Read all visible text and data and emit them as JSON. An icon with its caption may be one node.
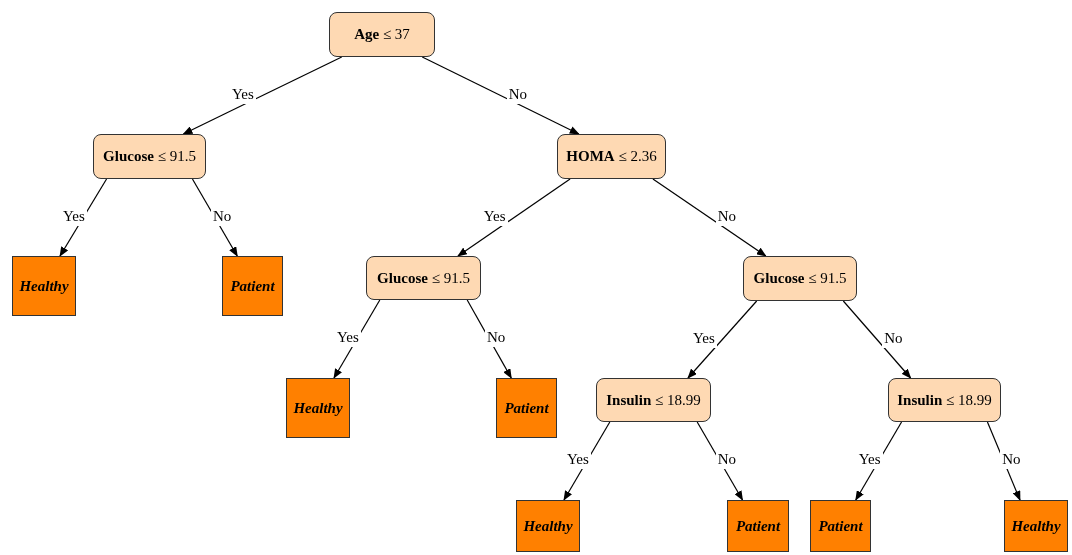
{
  "diagram": {
    "nodes": [
      {
        "text": [
          "**Age** ≤ 37"
        ]
      },
      {
        "text": [
          "**Glucose** ≤ 91.5"
        ]
      },
      {
        "text": [
          "**HOMA** ≤ 2.36"
        ]
      },
      {
        "text": [
          "Healthy"
        ]
      },
      {
        "text": [
          "Patient"
        ]
      },
      {
        "text": [
          "**Glucose** ≤ 91.5"
        ]
      },
      {
        "text": [
          "**Glucose** ≤ 91.5"
        ]
      },
      {
        "text": [
          "Healthy"
        ]
      },
      {
        "text": [
          "Patient"
        ]
      },
      {
        "text": [
          "**Insulin** ≤ 18.99"
        ]
      },
      {
        "text": [
          "**Insulin** ≤ 18.99"
        ]
      },
      {
        "text": [
          "Healthy"
        ]
      },
      {
        "text": [
          "Patient"
        ]
      },
      {
        "text": [
          "Patient"
        ]
      },
      {
        "text": [
          "Healthy"
        ]
      }
    ],
    "edges": [
      {
        "from": 0,
        "to": 1,
        "arrow": "to",
        "label": "Yes"
      },
      {
        "from": 0,
        "to": 2,
        "arrow": "to",
        "label": "No"
      },
      {
        "from": 1,
        "to": 3,
        "arrow": "to",
        "label": "Yes"
      },
      {
        "from": 1,
        "to": 4,
        "arrow": "to",
        "label": "No"
      },
      {
        "from": 2,
        "to": 5,
        "arrow": "to",
        "label": "Yes"
      },
      {
        "from": 2,
        "to": 6,
        "arrow": "to",
        "label": "No"
      },
      {
        "from": 5,
        "to": 7,
        "arrow": "to",
        "label": "Yes"
      },
      {
        "from": 5,
        "to": 8,
        "arrow": "to",
        "label": "No"
      },
      {
        "from": 6,
        "to": 9,
        "arrow": "to",
        "label": "Yes"
      },
      {
        "from": 6,
        "to": 10,
        "arrow": "to",
        "label": "No"
      },
      {
        "from": 9,
        "to": 11,
        "arrow": "to",
        "label": "Yes"
      },
      {
        "from": 9,
        "to": 12,
        "arrow": "to",
        "label": "No"
      },
      {
        "from": 10,
        "to": 13,
        "arrow": "to",
        "label": "Yes"
      },
      {
        "from": 10,
        "to": 14,
        "arrow": "to",
        "label": "No"
      }
    ]
  }
}
